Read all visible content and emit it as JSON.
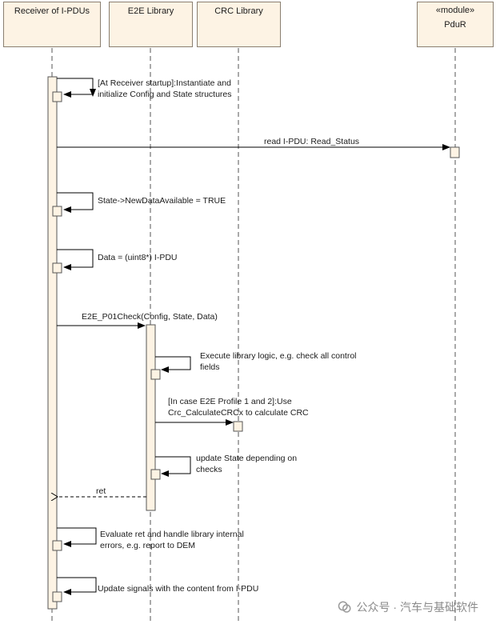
{
  "lifelines": {
    "receiver": "Receiver of I-PDUs",
    "e2e": "E2E Library",
    "crc": "CRC Library",
    "pdur_stereotype": "«module»",
    "pdur": "PduR"
  },
  "messages": {
    "m1": "[At Receiver startup]:Instantiate and initialize Config and State structures",
    "m2": "read I-PDU: Read_Status",
    "m3": "State->NewDataAvailable = TRUE",
    "m4": "Data = (uint8*) I-PDU",
    "m5": "E2E_P01Check(Config, State, Data)",
    "m6": "Execute library logic, e.g. check all control fields",
    "m7": "[In case E2E Profile 1 and 2]:Use Crc_CalculateCRCx to calculate CRC",
    "m8": "update State depending on checks",
    "m9": "ret",
    "m10": "Evaluate ret and handle library internal errors, e.g. report to DEM",
    "m11": "Update signals with the content from I-PDU"
  },
  "watermark": "公众号 · 汽车与基础软件"
}
